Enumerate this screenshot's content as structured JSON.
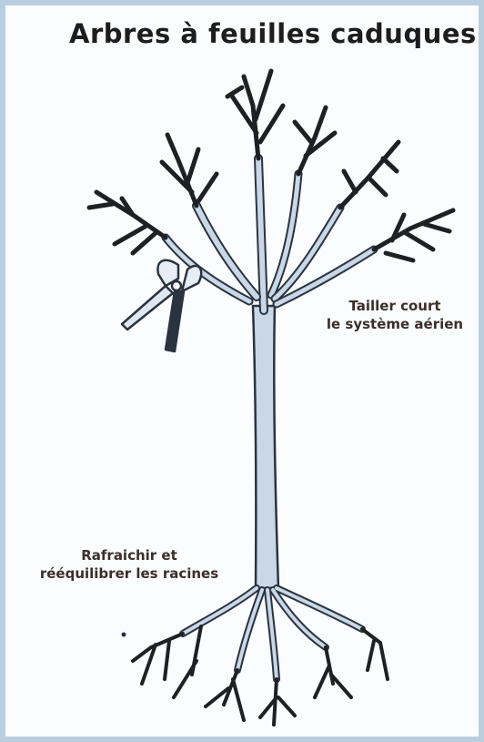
{
  "title": "Arbres à feuilles caduques",
  "annotations": {
    "crown": [
      "Tailler court",
      "le système aérien"
    ],
    "roots": [
      "Rafraichir et",
      "rééquilibrer les racines"
    ]
  },
  "icons": {
    "tool": "pruning-shears-icon",
    "tree": "tree-icon"
  },
  "colors": {
    "trunk_fill": "#c9d7e6",
    "trunk_outline": "#2a3340",
    "cut_branches": "#1e2024",
    "border": "#b9cfe0",
    "background": "#fbfcfd"
  }
}
